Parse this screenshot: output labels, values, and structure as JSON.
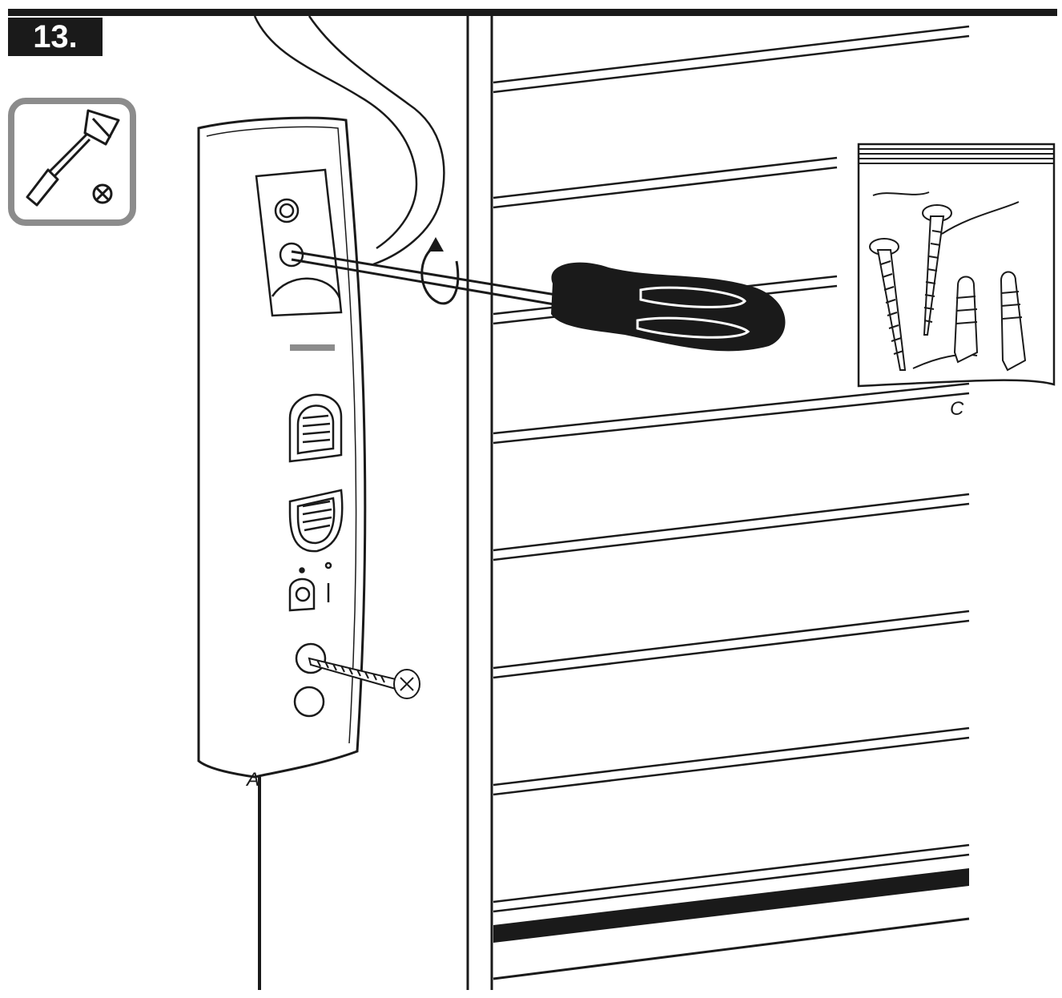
{
  "step": {
    "number": "13."
  },
  "labels": {
    "a": "A",
    "c": "C"
  },
  "tool_icon": {
    "name": "screwdriver-icon",
    "secondary": "phillips-cross-icon"
  },
  "colors": {
    "ink": "#1a1a1a",
    "frame_gray": "#8c8c8c",
    "paper": "#ffffff"
  }
}
